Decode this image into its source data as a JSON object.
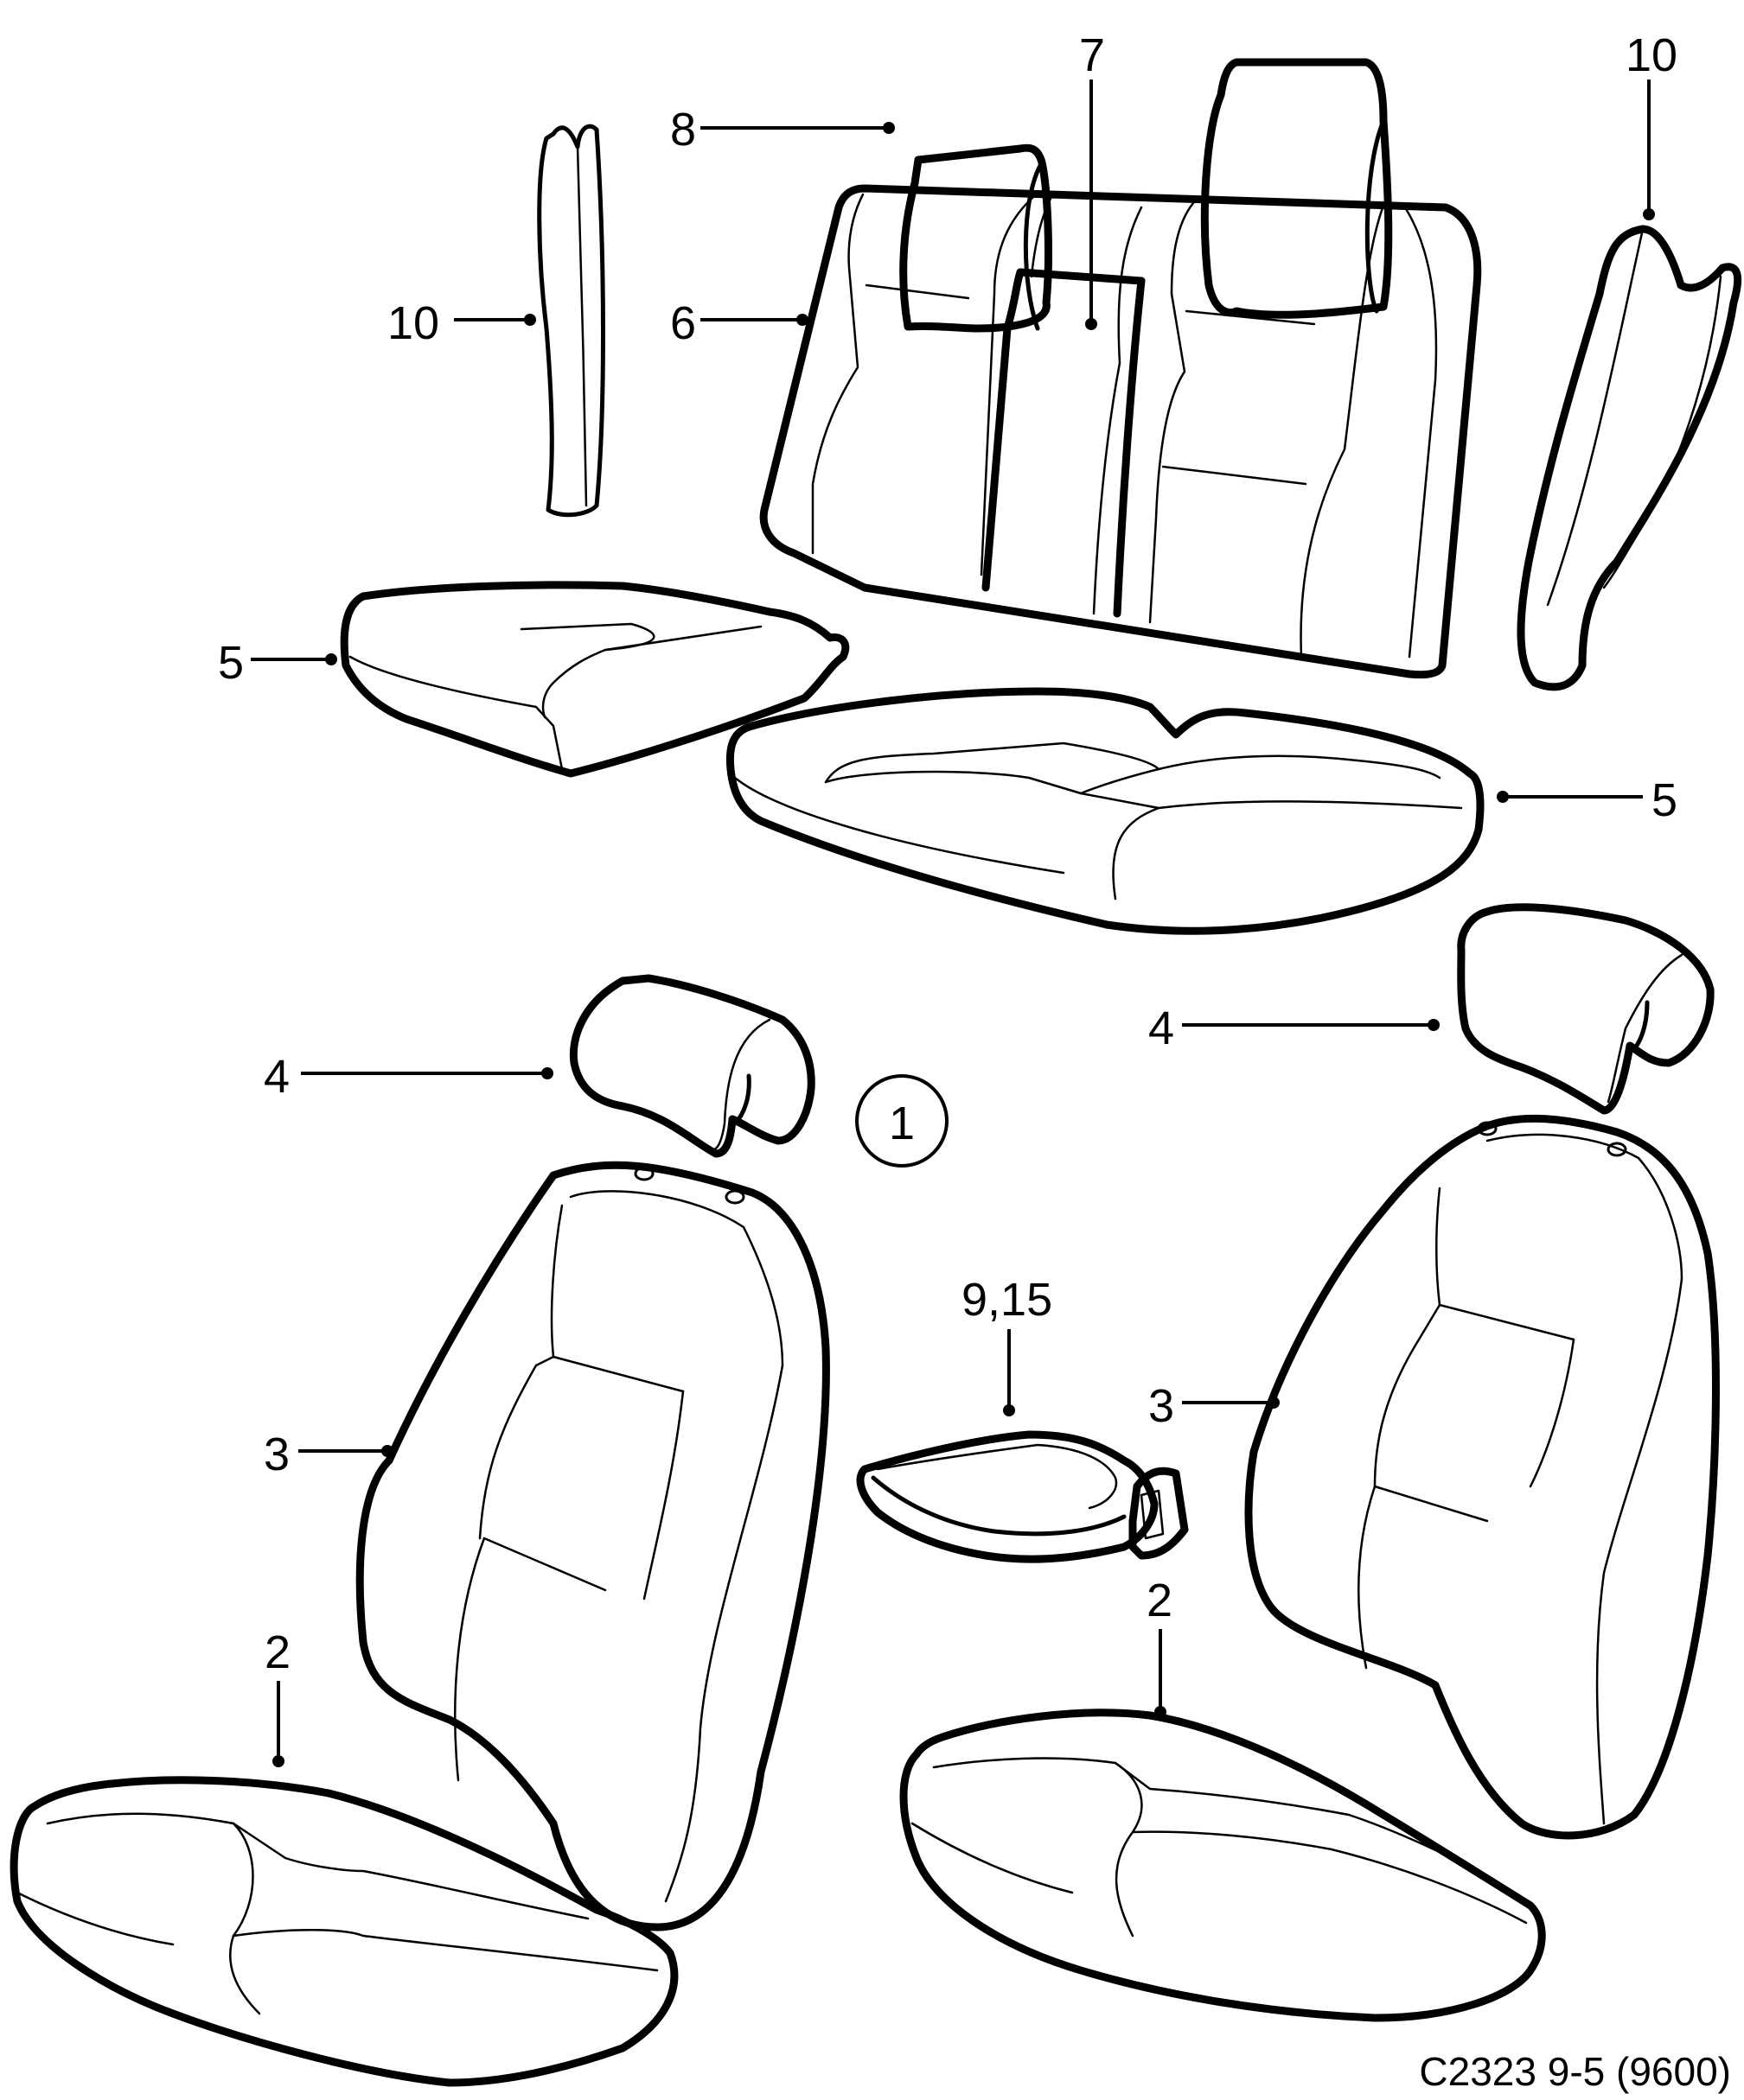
{
  "diagram": {
    "title_code": "C2323 9-5 (9600)",
    "group_marker": "1",
    "callouts": {
      "rear_headrest": "8",
      "rear_center_section": "7",
      "rear_side_bolster_left": "10",
      "rear_side_bolster_right": "10",
      "rear_backrest": "6",
      "rear_cushion_left": "5",
      "rear_cushion_right": "5",
      "front_headrest_left": "4",
      "front_headrest_right": "4",
      "armrest": "9,15",
      "front_backrest_left": "3",
      "front_backrest_right": "3",
      "front_cushion_left": "2",
      "front_cushion_right": "2"
    },
    "colors": {
      "line": "#000000",
      "background": "#ffffff"
    }
  }
}
